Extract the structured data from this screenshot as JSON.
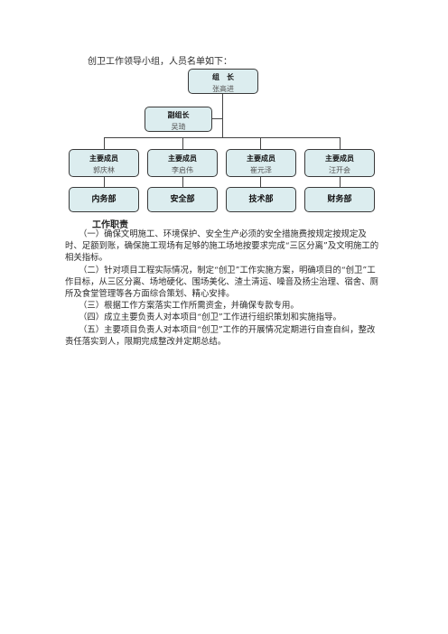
{
  "intro": "创卫工作领导小组，人员名单如下：",
  "org": {
    "leader": {
      "role": "组　长",
      "name": "张高进"
    },
    "deputy": {
      "role": "副组长",
      "name": "吴琦"
    },
    "members": [
      {
        "role": "主要成员",
        "name": "郭庆林"
      },
      {
        "role": "主要成员",
        "name": "李启伟"
      },
      {
        "role": "主要成员",
        "name": "崔元泽"
      },
      {
        "role": "主要成员",
        "name": "汪开会"
      }
    ],
    "departments": [
      "内务部",
      "安全部",
      "技术部",
      "财务部"
    ]
  },
  "duties_heading": "工作职责",
  "duties": [
    "（一）确保文明施工、环境保护、安全生产必须的安全措施费按规定按规定及时、足额到账，确保施工现场有足够的施工场地按要求完成“三区分离”及文明施工的相关指标。",
    "（二）针对项目工程实际情况，制定“创卫”工作实施方案，明确项目的“创卫”工作目标，从三区分离、场地硬化、围场美化、渣土清运、噪音及扬尘治理、宿舍、厕所及食堂管理等各方面综合策划、精心安排。",
    "（三）根据工作方案落实工作所需资金，并确保专款专用。",
    "（四）成立主要负责人对本项目“创卫”工作进行组织策划和实施指导。",
    "（五）主要项目负责人对本项目“创卫”工作的开展情况定期进行自查自纠，整改责任落实到人，限期完成整改并定期总结。"
  ]
}
